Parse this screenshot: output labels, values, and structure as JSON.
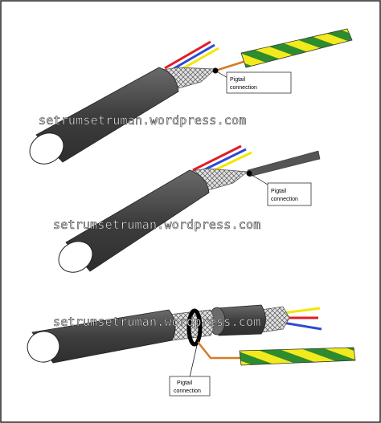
{
  "watermark": "setrumsetruman.wordpress.com",
  "callouts": {
    "top": [
      "Pigtail",
      "connection"
    ],
    "middle": [
      "Pigtail",
      "connection"
    ],
    "bottom": [
      "Pigtail",
      "connection"
    ]
  },
  "colors": {
    "cable_jacket": "#4a4a4a",
    "braid_shield": "#d8d8d8",
    "wire_red": "#e31b23",
    "wire_blue": "#2b4bd6",
    "wire_yellow": "#f3e600",
    "pigtail_copper": "#d57a27",
    "earth_green": "#2e8b2e",
    "earth_yellow": "#f2ea1c",
    "drain_grey": "#555555"
  }
}
